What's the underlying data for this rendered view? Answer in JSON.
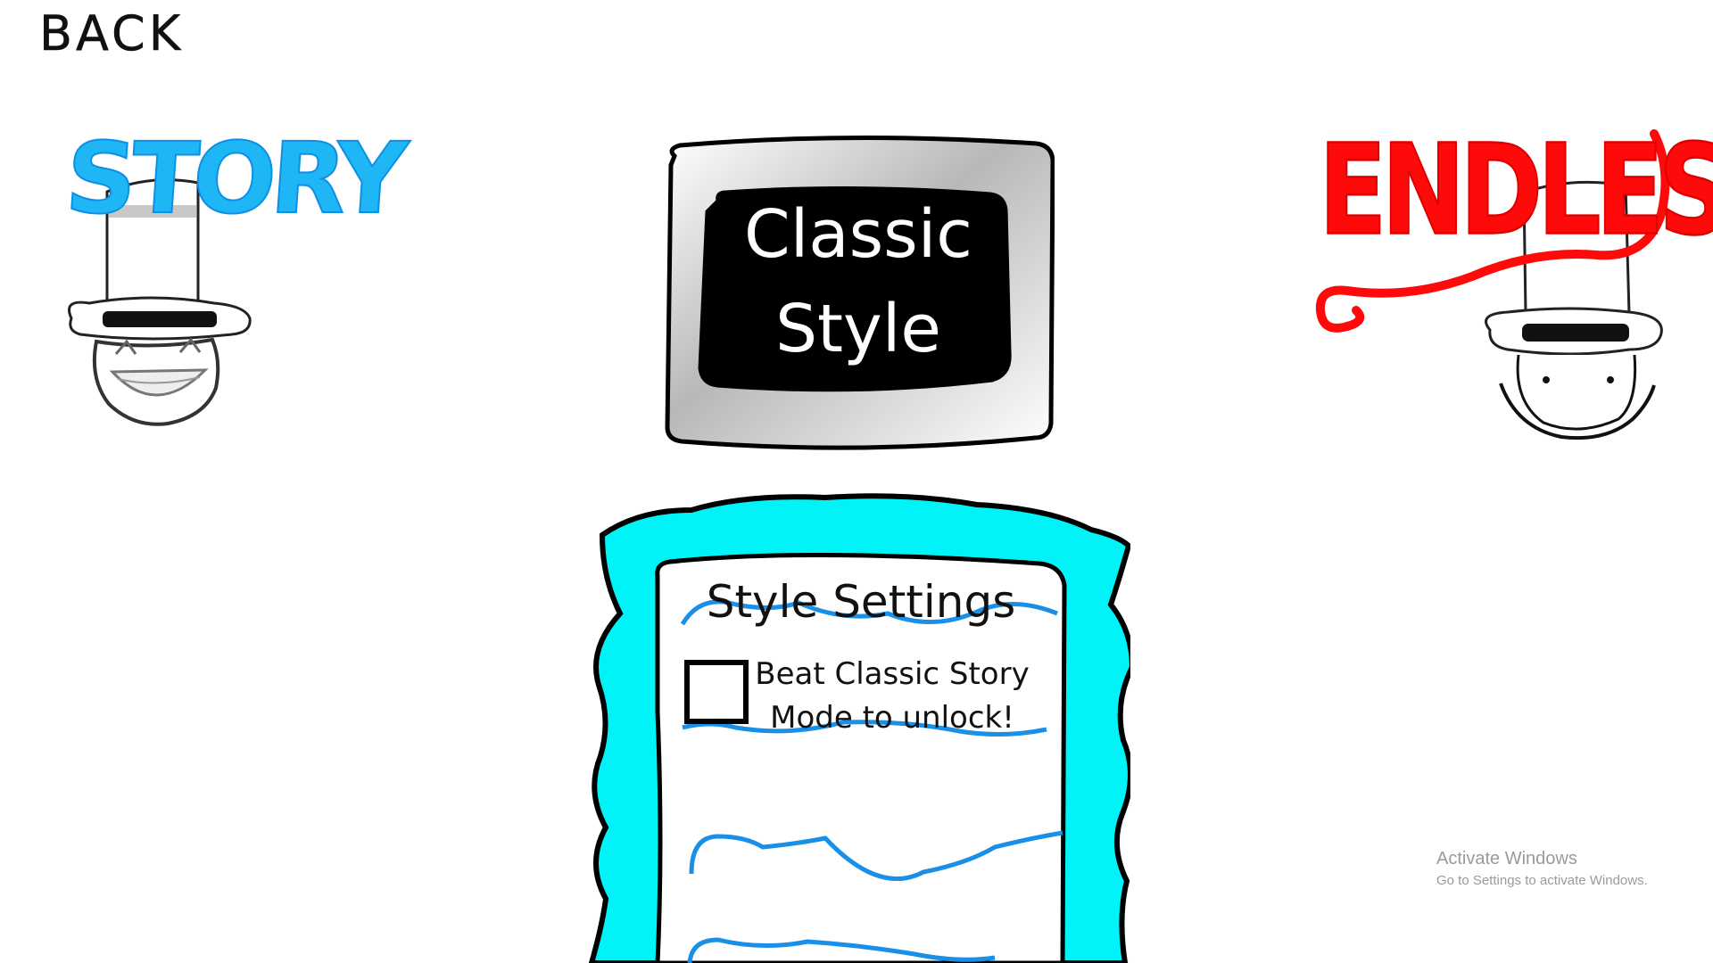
{
  "back_button": {
    "label": "BACK"
  },
  "modes": {
    "story": {
      "title": "STORY",
      "color": "#1fb6f5"
    },
    "endless": {
      "title": "ENDLESS",
      "color": "#ff0a0a"
    }
  },
  "style_card": {
    "line1": "Classic",
    "line2": "Style"
  },
  "settings": {
    "title": "Style Settings",
    "unlock_line1": "Beat Classic Story",
    "unlock_line2": "Mode to unlock!",
    "panel_color": "#00f3f7",
    "wave_color": "#1a8fe8"
  },
  "watermark": {
    "title": "Activate Windows",
    "subtitle": "Go to Settings to activate Windows."
  }
}
